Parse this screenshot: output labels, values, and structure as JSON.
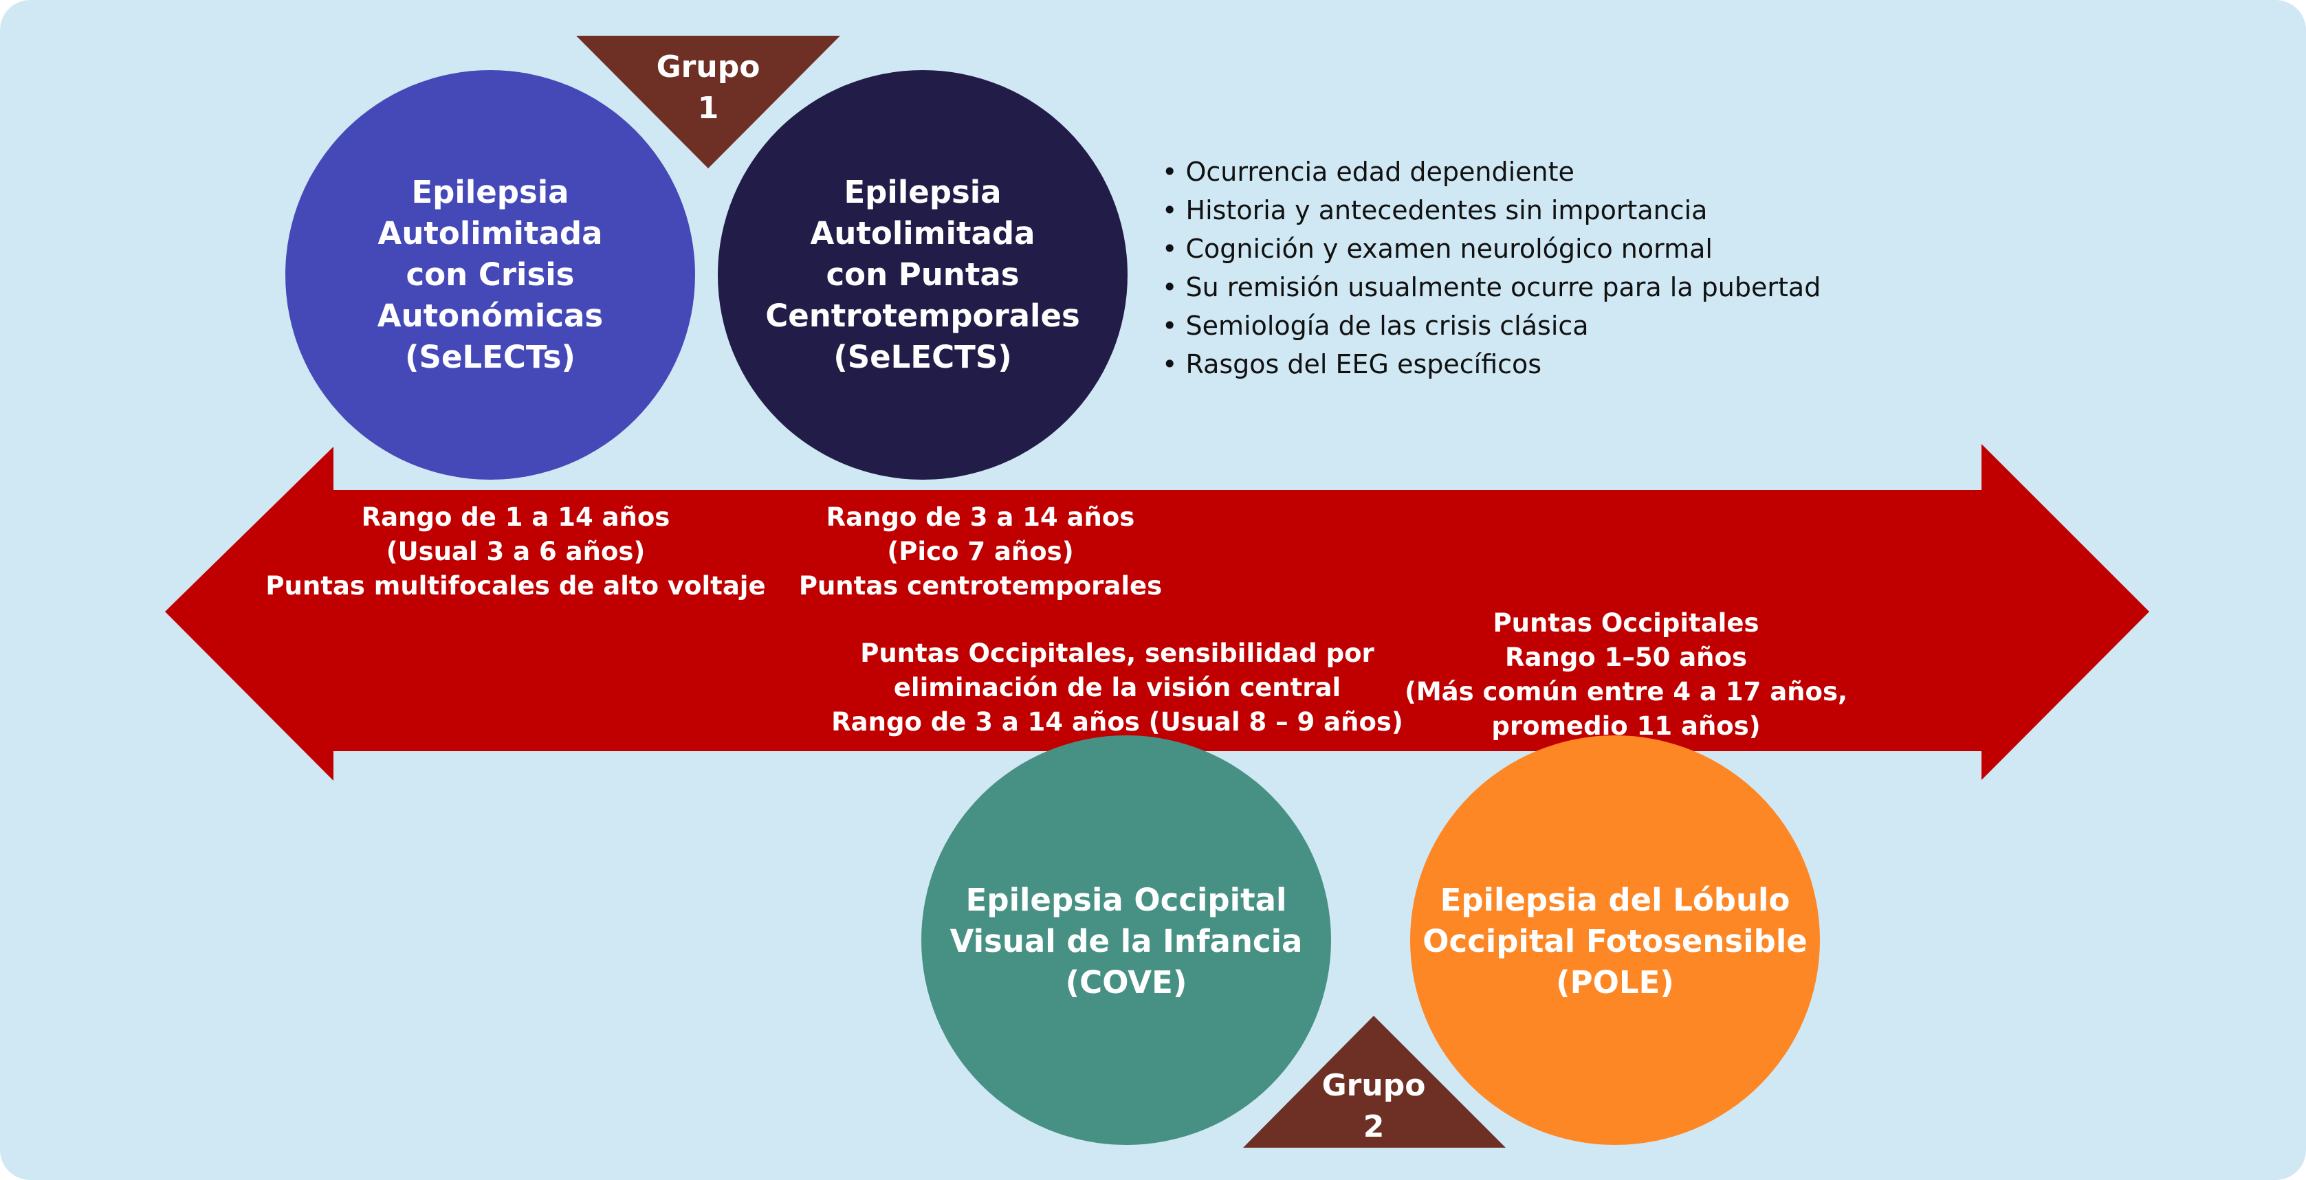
{
  "colors": {
    "background": "#d0e8f4",
    "arrow": "#c00000",
    "selects_autonomic": "#4549b8",
    "selects_centrotemporal": "#221c48",
    "cove": "#469184",
    "pole": "#fd8625",
    "grupo_triangle": "#6e3024",
    "text_light": "#ffffff",
    "text_dark": "#111111"
  },
  "group1": {
    "label": "Grupo\n1"
  },
  "group2": {
    "label": "Grupo\n2"
  },
  "circles": {
    "selects_autonomic": "Epilepsia\nAutolimitada\ncon Crisis\nAutonómicas\n(SeLECTs)",
    "selects_centrotemporal": "Epilepsia\nAutolimitada\ncon Puntas\nCentrotemporales\n(SeLECTS)",
    "cove": "Epilepsia Occipital\nVisual de la Infancia\n(COVE)",
    "pole": "Epilepsia del Lóbulo\nOccipital Fotosensible\n(POLE)"
  },
  "features": [
    "Ocurrencia edad dependiente",
    "Historia y antecedentes sin importancia",
    "Cognición y examen neurológico normal",
    "Su remisión usualmente ocurre para la pubertad",
    "Semiología de las crisis clásica",
    "Rasgos del EEG específicos"
  ],
  "arrow_notes": {
    "selects_autonomic": "Rango de 1 a 14 años\n(Usual 3 a 6 años)\nPuntas multifocales de alto voltaje",
    "selects_centrotemporal": "Rango de 3 a 14 años\n(Pico 7 años)\nPuntas centrotemporales",
    "cove": "Puntas Occipitales, sensibilidad por\neliminación de la visión central\nRango de 3 a 14 años (Usual 8 – 9 años)",
    "pole": "Puntas Occipitales\nRango 1–50 años\n(Más común entre 4 a 17 años,\npromedio 11 años)"
  }
}
